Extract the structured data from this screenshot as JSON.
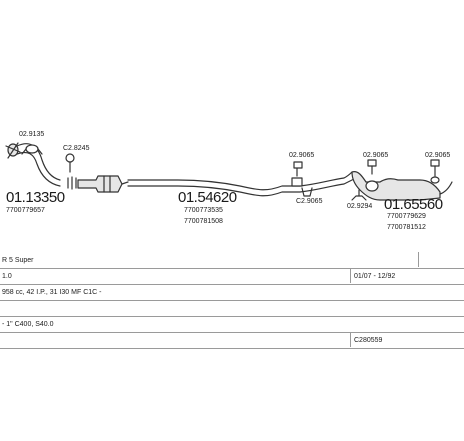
{
  "parts": {
    "front_pipe": {
      "code": "01.13350",
      "oe": "7700779657"
    },
    "clamp_a": {
      "code": "02.9135"
    },
    "clamp_b": {
      "code": "C2.8245"
    },
    "middle_pipe": {
      "code": "01.54620",
      "oe1": "7700773535",
      "oe2": "7700781508"
    },
    "hanger_a": {
      "code": "02.9065"
    },
    "clamp_c": {
      "code": "C2.9065"
    },
    "hanger_b": {
      "code": "02.9065"
    },
    "hanger_c": {
      "code": "02.9065"
    },
    "clamp_d": {
      "code": "02.9294"
    },
    "rear_box": {
      "code": "01.65560",
      "oe1": "7700779629",
      "oe2": "7700781512"
    }
  },
  "info": {
    "model": "R 5 Super",
    "engine_size": "1.0",
    "dates": "01/07 - 12/92",
    "spec": "958 cc, 42 I.P., 31 I30 MF C1C -",
    "note": "- 1\" C400, S40.0",
    "ref": "C280559"
  },
  "colors": {
    "line": "#333333",
    "fill": "#e6e6e6"
  }
}
